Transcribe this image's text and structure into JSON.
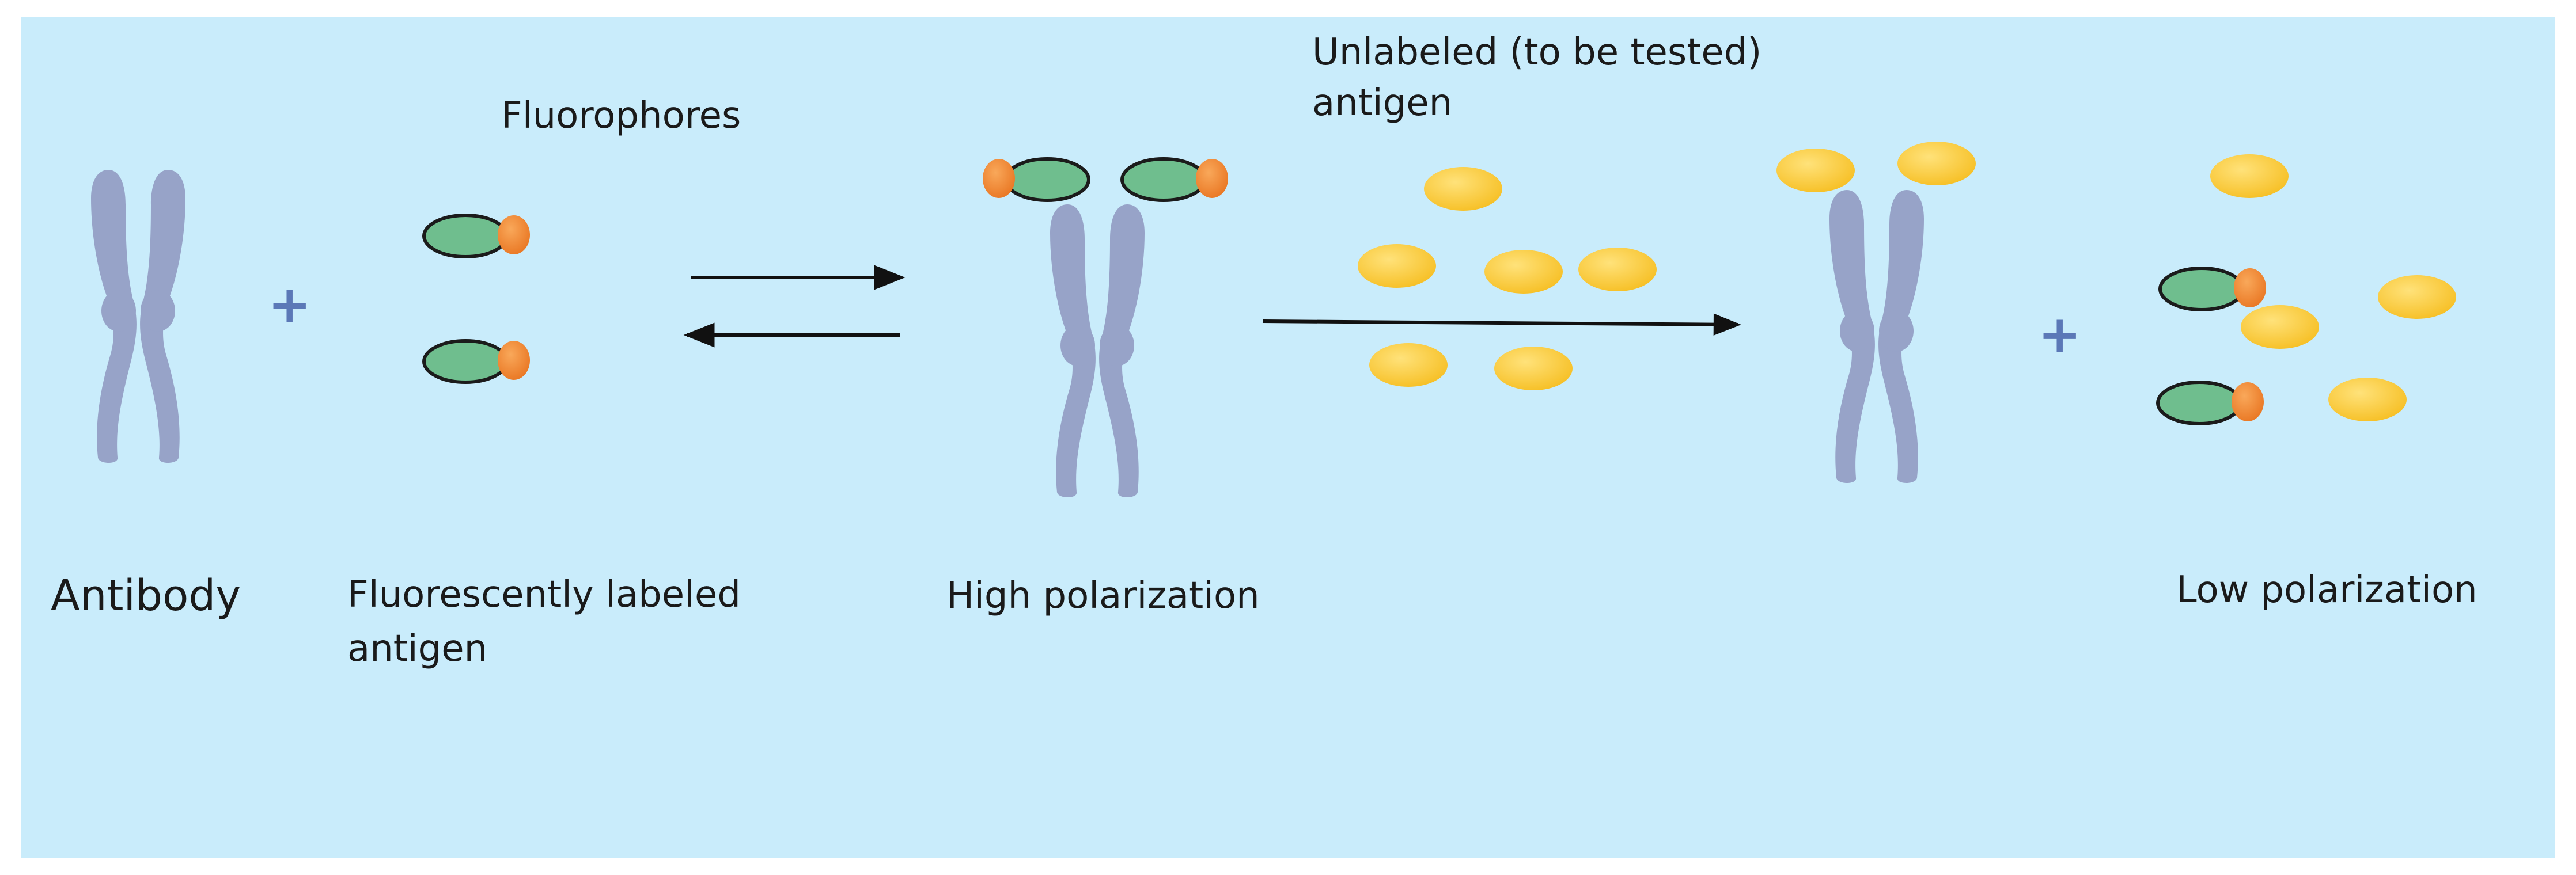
{
  "colors": {
    "background": "#c9ecfb",
    "antibody": "#97a3c8",
    "antigen_body": "#6fbe8e",
    "antigen_outline": "#1b1b1b",
    "fluorophore": "#f08733",
    "unlabeled_antigen": "#f8c93a",
    "arrow": "#111111",
    "plus": "#5b78b7"
  },
  "icons": {
    "antibody": "y-shaped-antibody-icon",
    "labeled_antigen": "green-ellipse-with-orange-fluorophore-icon",
    "unlabeled_antigen": "yellow-ellipse-icon"
  },
  "labels": {
    "antibody": "Antibody",
    "fluorophores": "Fluorophores",
    "labeled_antigen_line1": "Fluorescently labeled",
    "labeled_antigen_line2": "antigen",
    "high_polarization": "High polarization",
    "unlabeled_line1": "Unlabeled (to be tested)",
    "unlabeled_line2": "antigen",
    "low_polarization": "Low polarization"
  },
  "symbols": {
    "plus": "+"
  }
}
